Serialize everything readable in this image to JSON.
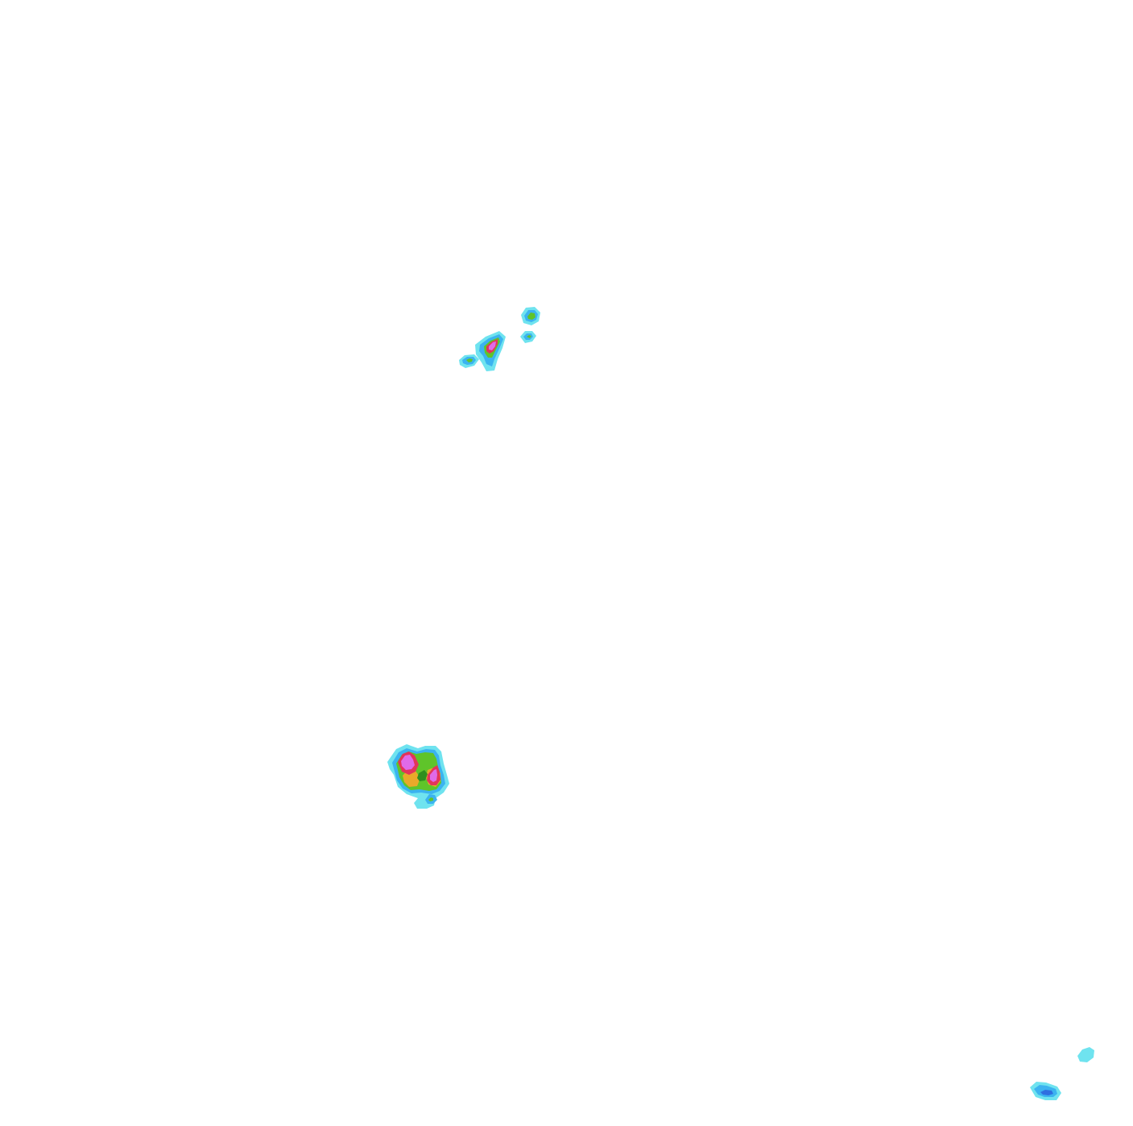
{
  "map": {
    "type": "radar-reflectivity-overlay",
    "background": "#ffffff",
    "palette": {
      "level_1": "#6fe3ef",
      "level_2": "#3bb3f0",
      "level_3": "#2f6fe0",
      "level_4": "#5fc42a",
      "level_5": "#2f8f1e",
      "level_6": "#e9a92a",
      "level_7": "#e2345a",
      "level_8": "#e06ae8"
    },
    "cells": [
      {
        "id": "north-cluster-main",
        "max_level": 8
      },
      {
        "id": "north-cluster-west",
        "max_level": 4
      },
      {
        "id": "north-cluster-east-upper",
        "max_level": 4
      },
      {
        "id": "north-cluster-east-lower",
        "max_level": 4
      },
      {
        "id": "central-cell",
        "max_level": 8
      },
      {
        "id": "southeast-cell-upper",
        "max_level": 1
      },
      {
        "id": "southeast-cell-lower",
        "max_level": 3
      }
    ]
  }
}
